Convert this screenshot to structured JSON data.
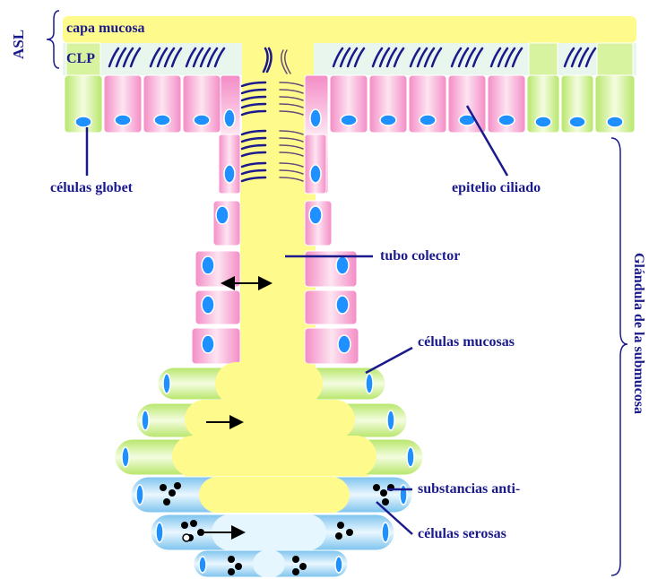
{
  "labels": {
    "asl": "ASL",
    "mucus_layer": "capa mucosa",
    "clp": "CLP",
    "goblet_cells": "células globet",
    "ciliated_epithelium": "epitelio ciliado",
    "collecting_duct": "tubo colector",
    "mucous_cells": "células mucosas",
    "antimicrobial_substances": "substancias anti-",
    "serous_cells": "células serosas",
    "submucosal_gland": "Glándula de la submucosa"
  },
  "colors": {
    "mucus": "#fffa8c",
    "goblet_cell": "#d8f3a0",
    "ciliated_cell": "#f6a6d2",
    "serous_cell": "#aad8f2",
    "nucleus": "#1e90ff",
    "label": "#1a1a8c",
    "cilia": "#1a1a8c"
  }
}
